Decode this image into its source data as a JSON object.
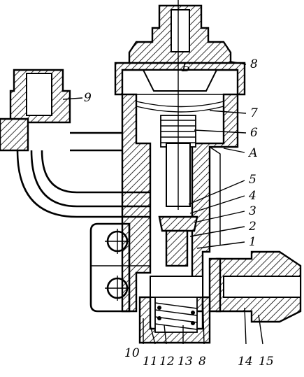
{
  "callouts": {
    "c1": "1",
    "c2": "2",
    "c3": "3",
    "c4": "4",
    "c5": "5",
    "c6": "6",
    "c7": "7",
    "c8_top": "8",
    "c8_bottom": "8",
    "c9": "9",
    "c10": "10",
    "c11": "11",
    "c12": "12",
    "c13": "13",
    "c14": "14",
    "c15": "15",
    "cA": "А",
    "cB": "Б"
  },
  "colors": {
    "ink": "#000000",
    "paper": "#ffffff"
  }
}
